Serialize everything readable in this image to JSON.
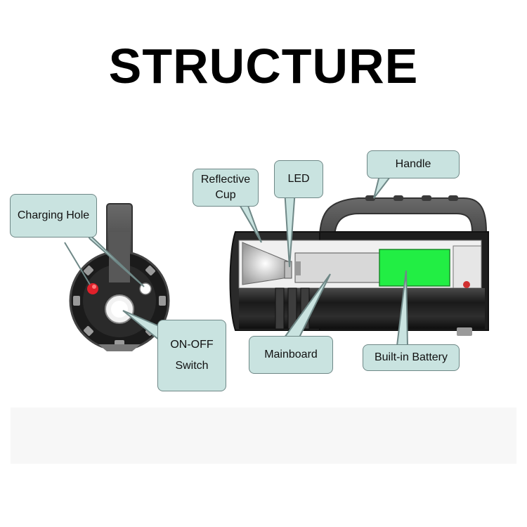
{
  "title": "STRUCTURE",
  "labels": {
    "charging_hole": "Charging Hole",
    "on_off_switch_line1": "ON-OFF",
    "on_off_switch_line2": "Switch",
    "reflective_cup_line1": "Reflective",
    "reflective_cup_line2": "Cup",
    "led": "LED",
    "handle": "Handle",
    "mainboard": "Mainboard",
    "built_in_battery": "Built-in Battery"
  },
  "colors": {
    "callout_fill": "#c9e3e0",
    "callout_border": "#6f8887",
    "battery_green": "#22ee44",
    "body_dark": "#1c1c1c",
    "charging_led_red": "#e0202a"
  }
}
